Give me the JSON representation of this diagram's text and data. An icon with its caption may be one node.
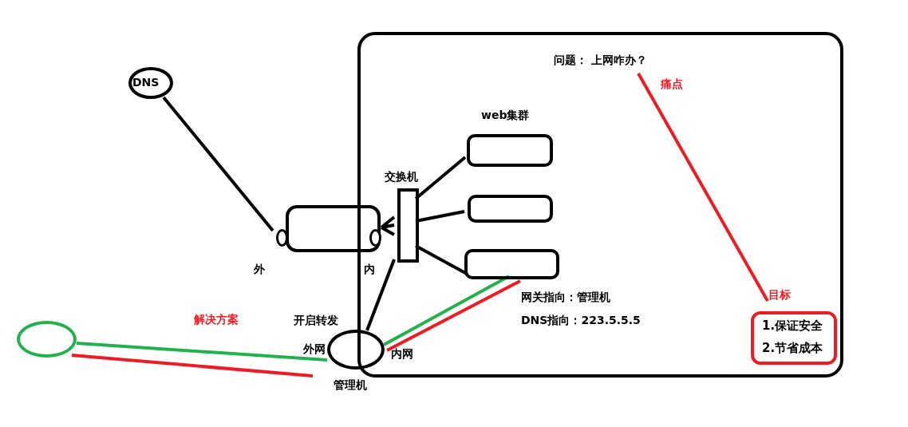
{
  "diagram": {
    "nodes": [
      {
        "text": [
          "DNS"
        ]
      },
      {
        "text": [],
        "shape": "box"
      },
      {
        "text": [
          "问题： 上网咋办？"
        ],
        "in": 1
      },
      {
        "text": [],
        "shape": "box",
        "beside": [
          "外",
          "内"
        ]
      },
      {
        "text": [
          "交换机"
        ],
        "in": 1
      },
      {
        "text": [],
        "shape": "box",
        "in": 1
      },
      {
        "text": [],
        "shape": "box",
        "in": 1
      },
      {
        "text": [],
        "shape": "box",
        "in": 1
      },
      {
        "text": [
          "1.保证安全",
          "2.节省成本"
        ],
        "in": 1,
        "beside": [
          "目标"
        ]
      },
      {
        "text": [
          "管理机"
        ],
        "beside": [
          "开启转发",
          "外网",
          "内网"
        ]
      },
      {
        "text": [],
        "shape": "circle"
      }
    ],
    "edges": [
      {
        "from": 0,
        "to": 3,
        "arrow": "none"
      },
      {
        "from": 3,
        "to": 4,
        "arrow": "none"
      },
      {
        "from": 4,
        "to": 5,
        "arrow": "none"
      },
      {
        "from": 4,
        "to": 6,
        "arrow": "none"
      },
      {
        "from": 4,
        "to": 7,
        "arrow": "none"
      },
      {
        "from": 4,
        "to": 9,
        "arrow": "none"
      },
      {
        "from": 10,
        "to": 9,
        "arrow": "none",
        "color": "#22b14c"
      },
      {
        "from": 10,
        "to": 9,
        "arrow": "none",
        "color": "#ed1c24"
      },
      {
        "from": 9,
        "to": 7,
        "arrow": "none",
        "color": "#22b14c"
      },
      {
        "from": 9,
        "to": 7,
        "arrow": "none",
        "color": "#ed1c24"
      },
      {
        "from": 2,
        "to": 8,
        "arrow": "none",
        "label": "痛点",
        "color": "#ed1c24"
      }
    ],
    "labels": [
      "web集群",
      "解决方案",
      "网关指向：管理机",
      "DNS指向：223.5.5.5"
    ]
  }
}
